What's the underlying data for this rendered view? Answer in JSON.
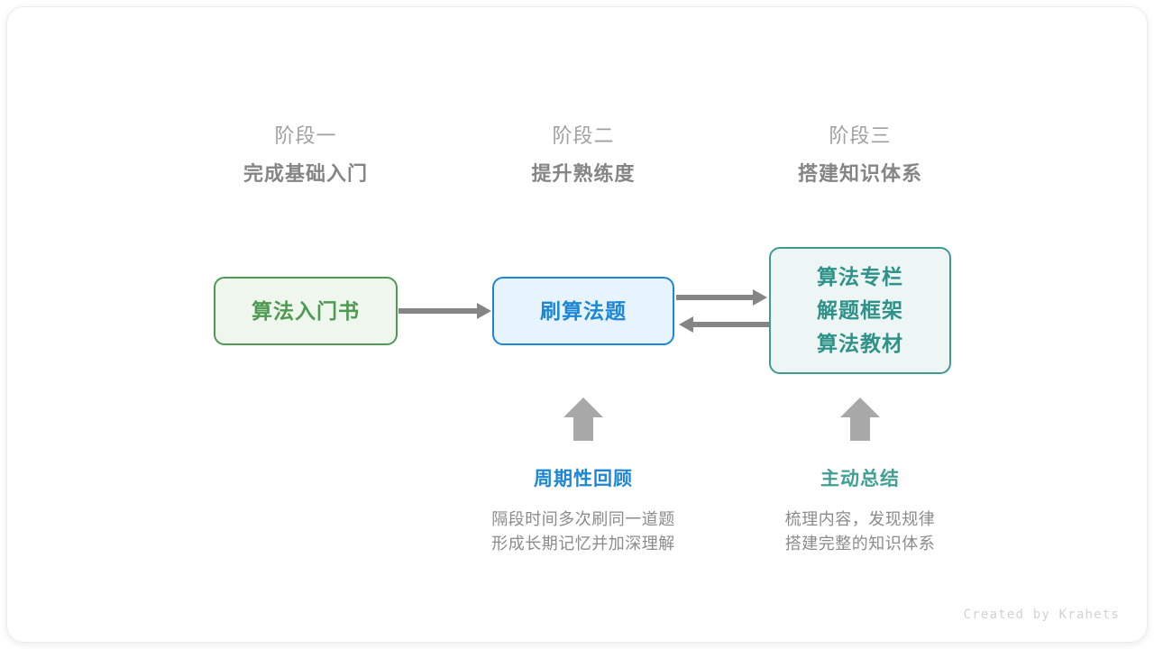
{
  "stages": [
    {
      "sub": "阶段一",
      "title": "完成基础入门"
    },
    {
      "sub": "阶段二",
      "title": "提升熟练度"
    },
    {
      "sub": "阶段三",
      "title": "搭建知识体系"
    }
  ],
  "nodes": {
    "book": {
      "label": "算法入门书",
      "color": "#4e9a51",
      "fill": "#eef6ee"
    },
    "practice": {
      "label": "刷算法题",
      "color": "#1d87d6",
      "fill": "#e8f4fd"
    },
    "system": {
      "lines": [
        "算法专栏",
        "解题框架",
        "算法教材"
      ],
      "color": "#2f9289",
      "fill": "#edf6f5"
    }
  },
  "notes": [
    {
      "title": "周期性回顾",
      "line1": "隔段时间多次刷同一道题",
      "line2": "形成长期记忆并加深理解",
      "color": "#1d87d6"
    },
    {
      "title": "主动总结",
      "line1": "梳理内容，发现规律",
      "line2": "搭建完整的知识体系",
      "color": "#3fa093"
    }
  ],
  "arrow_color": "#858585",
  "watermark": "Created by Krahets"
}
